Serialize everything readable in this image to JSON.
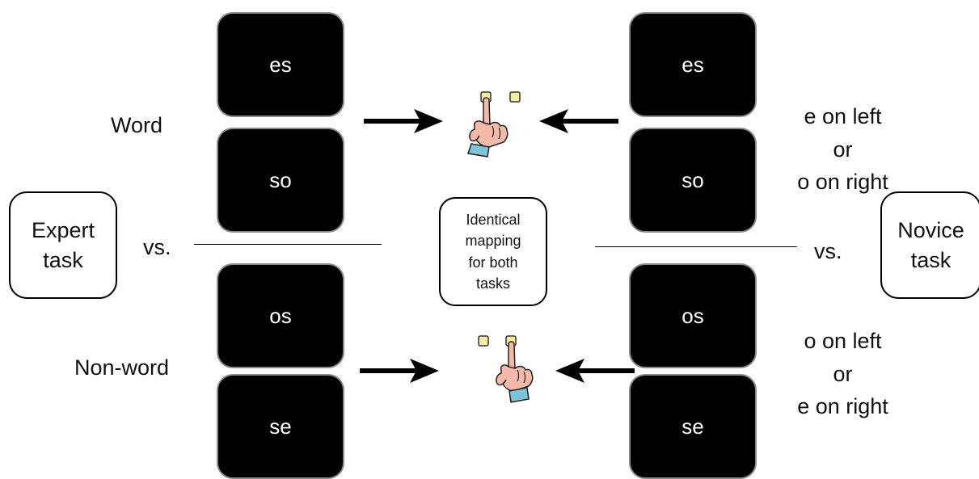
{
  "stimuli": {
    "left": [
      "es",
      "so",
      "os",
      "se"
    ],
    "right": [
      "es",
      "so",
      "os",
      "se"
    ]
  },
  "labels": {
    "word": "Word",
    "nonword": "Non-word",
    "vs_left": "vs.",
    "vs_right": "vs."
  },
  "expert_box": [
    "Expert",
    "task"
  ],
  "novice_box": [
    "Novice",
    "task"
  ],
  "center_box": [
    "Identical",
    "mapping",
    "for both",
    "tasks"
  ],
  "right_rule_top": [
    "e on left",
    "or",
    "o on right"
  ],
  "right_rule_bottom": [
    "o on left",
    "or",
    "e on right"
  ],
  "icons": {
    "hand_top": "hand-pressing-left-key-icon",
    "hand_bottom": "hand-pressing-right-key-icon",
    "arrow": "arrow-icon"
  },
  "colors": {
    "stimulus_bg": "#000000",
    "stimulus_text": "#ffffff",
    "key_fill": "#f5eea0",
    "skin": "#f4b9a8",
    "sleeve": "#7fc3d6"
  }
}
